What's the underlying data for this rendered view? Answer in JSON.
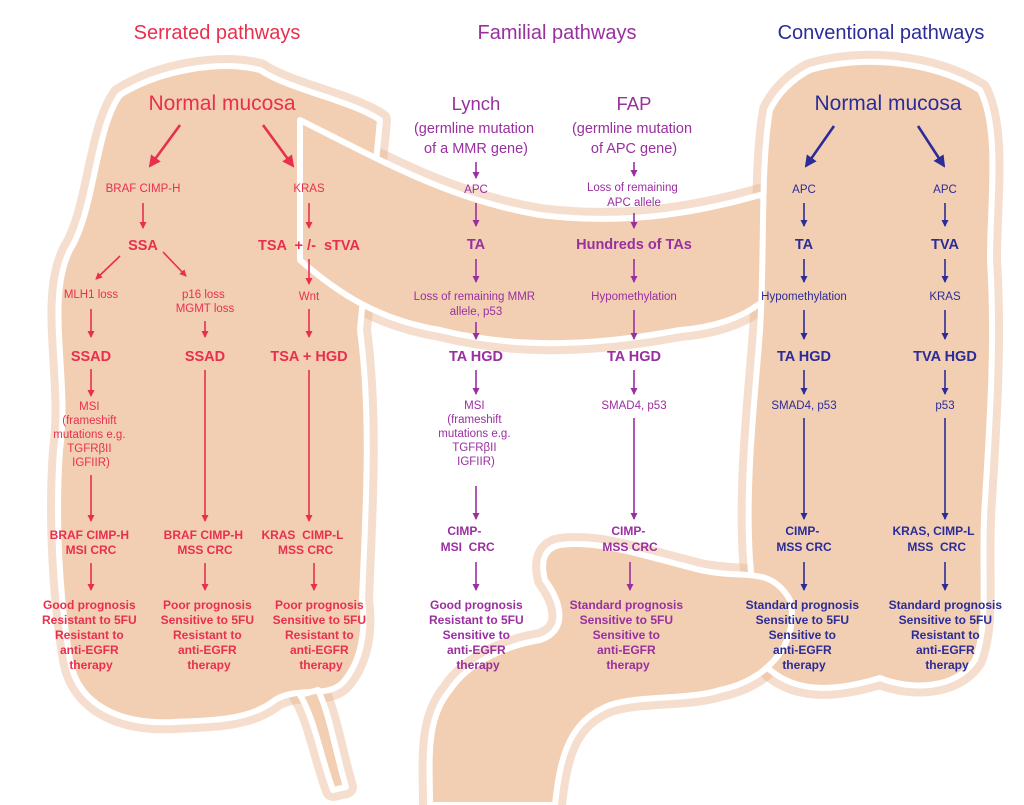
{
  "colors": {
    "serrated": "#e8304e",
    "familial": "#9a2fa0",
    "conventional": "#2b2c97",
    "colon_fill": "#f2cfb3",
    "colon_edge": "#e9b591"
  },
  "headings": {
    "serrated": "Serrated pathways",
    "familial": "Familial pathways",
    "conventional": "Conventional pathways"
  },
  "serrated": {
    "normal_mucosa": "Normal mucosa",
    "left": {
      "trigger": "BRAF CIMP-H",
      "ssa": "SSA",
      "a": {
        "step1": "MLH1 loss",
        "ssad": "SSAD",
        "msi": [
          "MSI",
          "(frameshift",
          "mutations e.g.",
          "TGFRβII",
          "IGFIIR)"
        ],
        "crc": [
          "BRAF CIMP-H",
          "MSI CRC"
        ],
        "prognosis": [
          "Good prognosis",
          "Resistant to 5FU",
          "Resistant to",
          "anti-EGFR",
          "therapy"
        ]
      },
      "b": {
        "step1": [
          "p16 loss",
          "MGMT loss"
        ],
        "ssad": "SSAD",
        "crc": [
          "BRAF  CIMP-H",
          "MSS CRC"
        ],
        "prognosis": [
          "Poor prognosis",
          "Sensitive to 5FU",
          "Resistant to",
          "anti-EGFR",
          "therapy"
        ]
      }
    },
    "right": {
      "trigger": "KRAS",
      "tsa": "TSA  + /-  sTVA",
      "step": "Wnt",
      "hgd": "TSA + HGD",
      "crc": [
        "KRAS  CIMP-L",
        "MSS CRC"
      ],
      "prognosis": [
        "Poor prognosis",
        "Sensitive to 5FU",
        "Resistant to",
        "anti-EGFR",
        "therapy"
      ]
    }
  },
  "familial": {
    "lynch": {
      "title": "Lynch",
      "subtitle": [
        "(germline mutation",
        "of a MMR gene)"
      ],
      "step1": "APC",
      "ta": "TA",
      "step2": [
        "Loss of remaining MMR",
        "allele, p53"
      ],
      "hgd": "TA HGD",
      "msi": [
        "MSI",
        "(frameshift",
        "mutations e.g.",
        "TGFRβII",
        "IGFIIR)"
      ],
      "crc": [
        "CIMP-",
        "MSI  CRC"
      ],
      "prognosis": [
        "Good prognosis",
        "Resistant to 5FU",
        "Sensitive to",
        "anti-EGFR",
        "therapy"
      ]
    },
    "fap": {
      "title": "FAP",
      "subtitle": [
        "(germline mutation",
        "of APC gene)"
      ],
      "step1": [
        "Loss of remaining",
        "APC allele"
      ],
      "ta": "Hundreds of TAs",
      "step2": "Hypomethylation",
      "hgd": "TA HGD",
      "step3": "SMAD4, p53",
      "crc": [
        "CIMP-",
        "MSS CRC"
      ],
      "prognosis": [
        "Standard prognosis",
        "Sensitive to 5FU",
        "Sensitive to",
        "anti-EGFR",
        "therapy"
      ]
    }
  },
  "conventional": {
    "normal_mucosa": "Normal mucosa",
    "left": {
      "step1": "APC",
      "ta": "TA",
      "step2": "Hypomethylation",
      "hgd": "TA HGD",
      "step3": "SMAD4, p53",
      "crc": [
        "CIMP-",
        "MSS CRC"
      ],
      "prognosis": [
        "Standard prognosis",
        "Sensitive to 5FU",
        "Sensitive to",
        "anti-EGFR",
        "therapy"
      ]
    },
    "right": {
      "step1": "APC",
      "tva": "TVA",
      "step2": "KRAS",
      "hgd": "TVA HGD",
      "step3": "p53",
      "crc": [
        "KRAS, CIMP-L",
        "MSS  CRC"
      ],
      "prognosis": [
        "Standard prognosis",
        "Sensitive to 5FU",
        "Resistant to",
        "anti-EGFR",
        "therapy"
      ]
    }
  }
}
